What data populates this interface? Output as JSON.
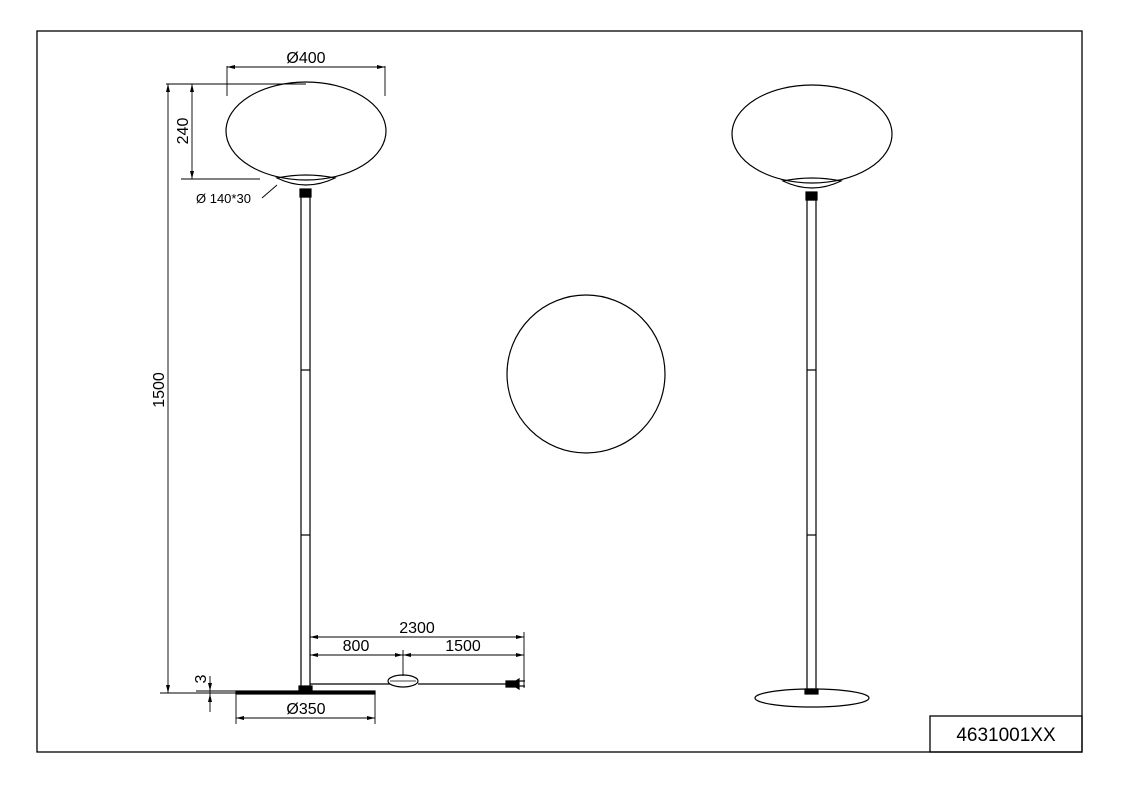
{
  "drawing": {
    "part_number": "4631001XX",
    "dimensions": {
      "shade_diameter": "Ø400",
      "shade_height": "240",
      "holder": "Ø 140*30",
      "total_height": "1500",
      "base_thickness": "3",
      "base_diameter": "Ø350",
      "cable_total": "2300",
      "cable_to_switch": "800",
      "switch_to_plug": "1500"
    }
  }
}
